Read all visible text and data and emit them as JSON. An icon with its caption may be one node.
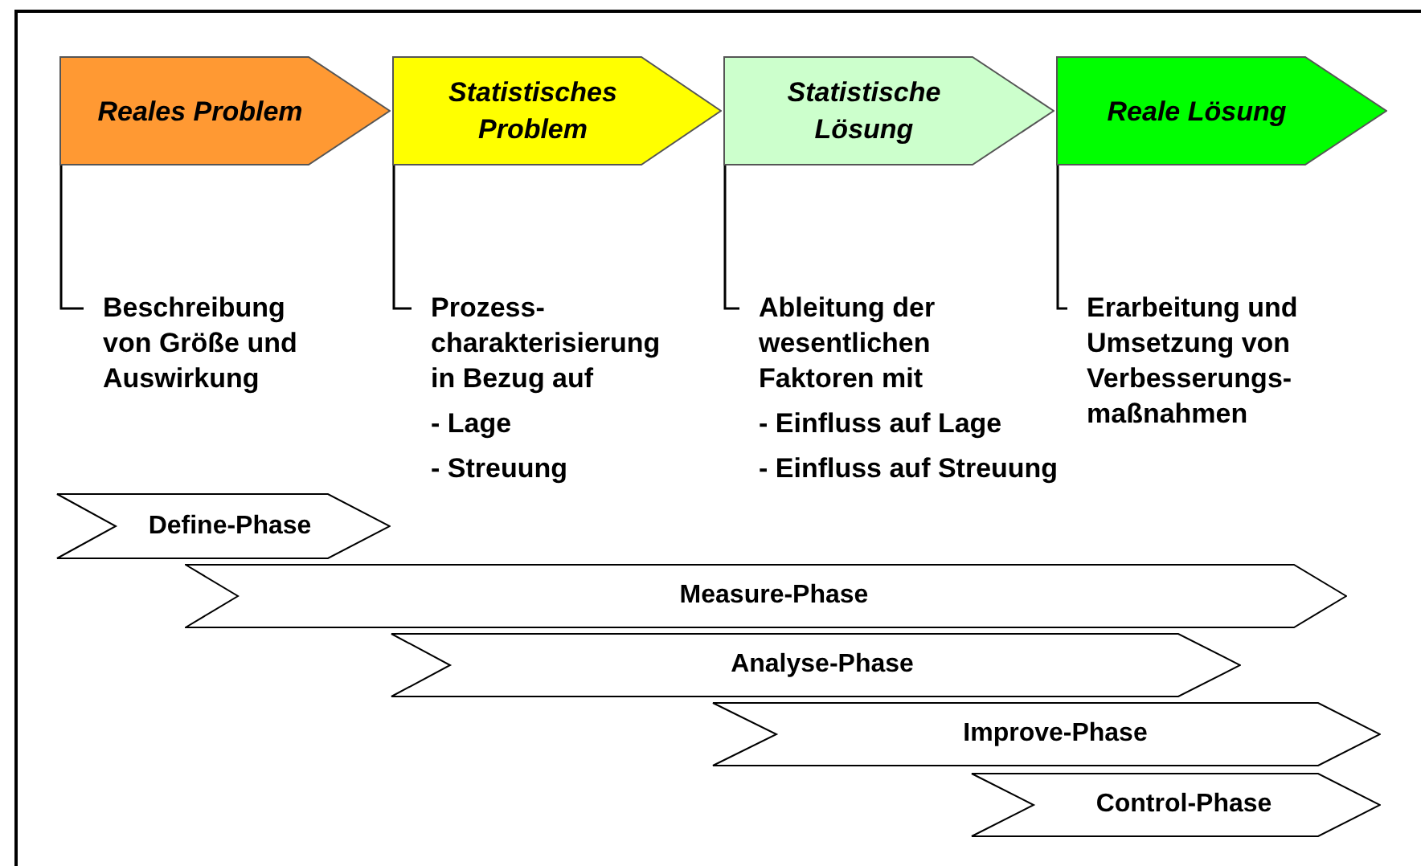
{
  "diagram": {
    "nodes": [
      {
        "text": [
          "Reales Problem"
        ]
      },
      {
        "text": [
          "Statistisches Problem"
        ]
      },
      {
        "text": [
          "Statistische Lösung"
        ]
      },
      {
        "text": [
          "Reale Lösung"
        ]
      },
      {
        "text": [
          "Beschreibung von Größe und Auswirkung"
        ]
      },
      {
        "text": [
          "Prozess-charakterisierung in Bezug auf",
          "- Lage",
          "- Streuung"
        ]
      },
      {
        "text": [
          "Ableitung der wesentlichen Faktoren mit",
          "- Einfluss auf Lage",
          "- Einfluss auf Streuung"
        ]
      },
      {
        "text": [
          "Erarbeitung und Umsetzung von Verbesserungs-maßnahmen"
        ]
      },
      {
        "text": [
          "Define-Phase"
        ]
      },
      {
        "text": [
          "Measure-Phase"
        ]
      },
      {
        "text": [
          "Analyse-Phase"
        ]
      },
      {
        "text": [
          "Improve-Phase"
        ]
      },
      {
        "text": [
          "Control-Phase"
        ]
      }
    ],
    "edges": [
      {
        "from": 0,
        "to": 4,
        "arrow": "none"
      },
      {
        "from": 1,
        "to": 5,
        "arrow": "none"
      },
      {
        "from": 2,
        "to": 6,
        "arrow": "none"
      },
      {
        "from": 3,
        "to": 7,
        "arrow": "none"
      }
    ]
  }
}
